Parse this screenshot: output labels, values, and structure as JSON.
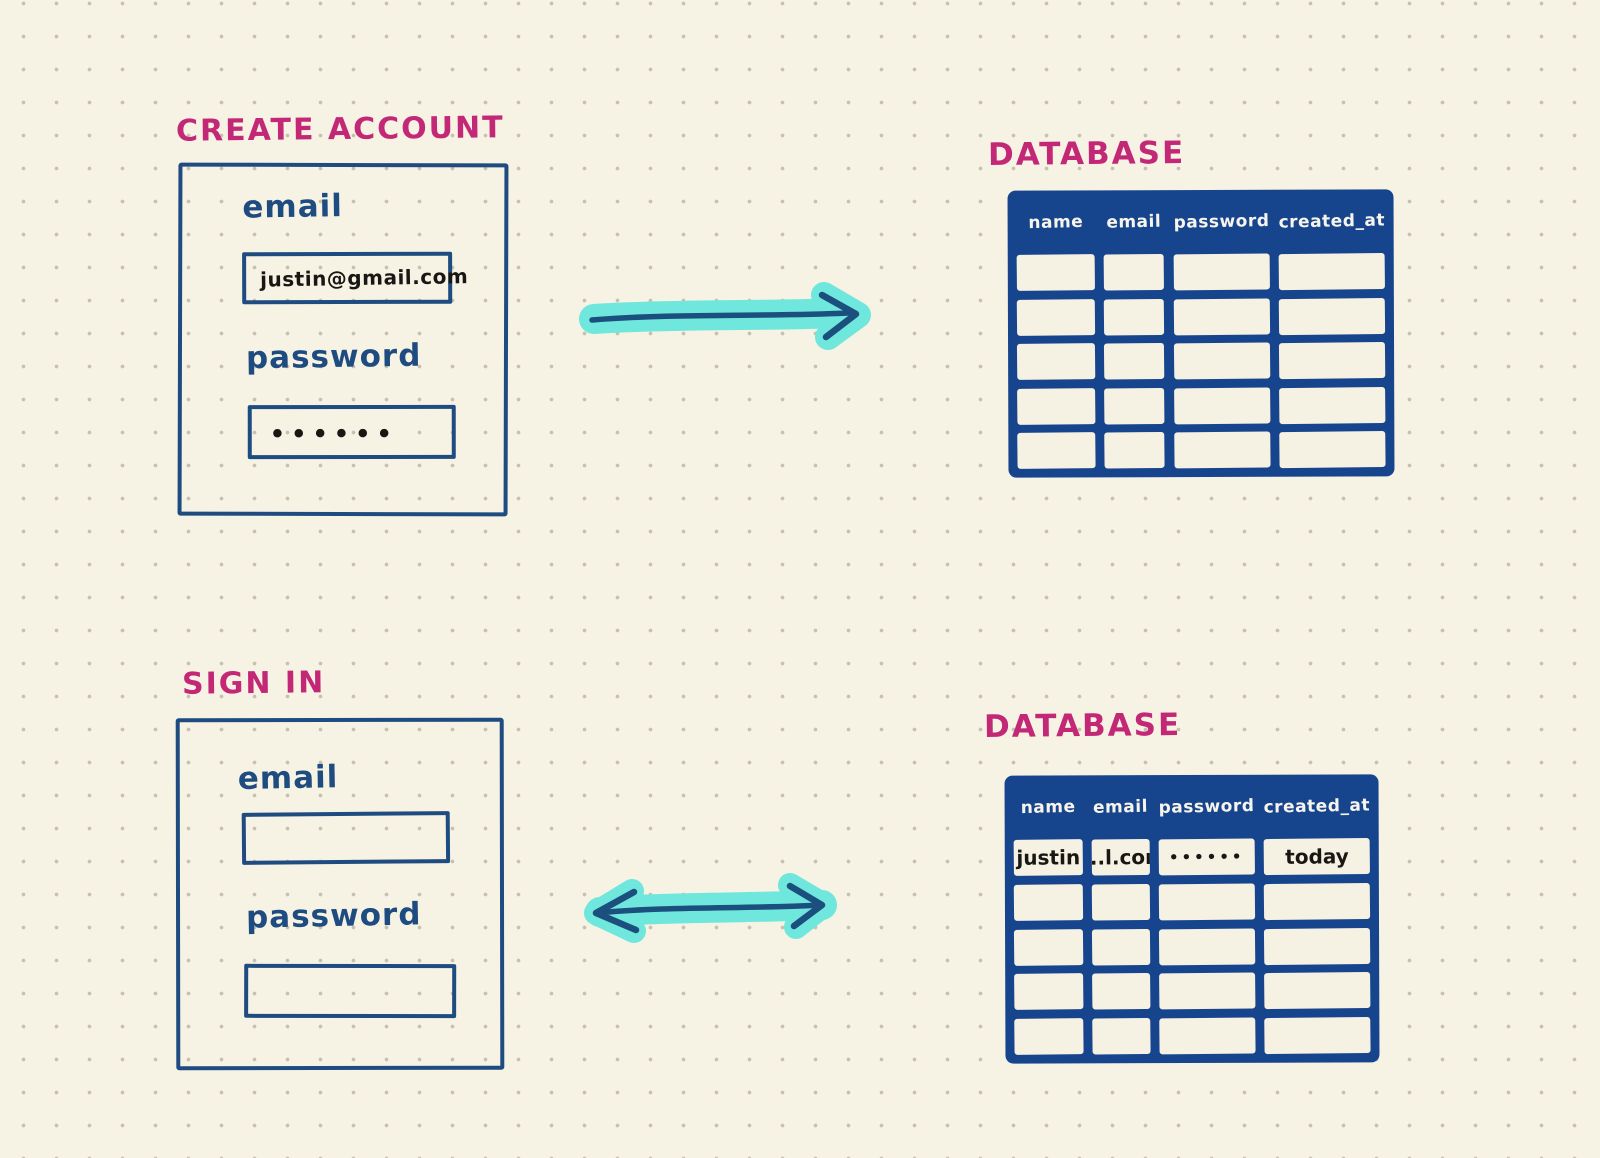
{
  "palette": {
    "background": "#f6f2e4",
    "dot_grid": "#c6c0ae",
    "ink_blue": "#1e4c80",
    "table_blue": "#17458d",
    "pink": "#c32877",
    "cyan_highlight": "#6fe7dc",
    "ink_black": "#191714",
    "cell_cream": "#f5f1e3"
  },
  "create_account": {
    "title": "CREATE ACCOUNT",
    "email_label": "email",
    "email_value": "justin@gmail.com",
    "password_label": "password",
    "password_masked_value": "••••••"
  },
  "sign_in": {
    "title": "SIGN IN",
    "email_label": "email",
    "email_value": "",
    "password_label": "password",
    "password_value": ""
  },
  "database_top": {
    "title": "DATABASE",
    "columns": [
      "name",
      "email",
      "password",
      "created_at"
    ],
    "rows": [
      [
        "",
        "",
        "",
        ""
      ],
      [
        "",
        "",
        "",
        ""
      ],
      [
        "",
        "",
        "",
        ""
      ],
      [
        "",
        "",
        "",
        ""
      ],
      [
        "",
        "",
        "",
        ""
      ]
    ]
  },
  "database_bottom": {
    "title": "DATABASE",
    "columns": [
      "name",
      "email",
      "password",
      "created_at"
    ],
    "rows": [
      [
        "justin",
        "j...l.com",
        "••••••",
        "today"
      ],
      [
        "",
        "",
        "",
        ""
      ],
      [
        "",
        "",
        "",
        ""
      ],
      [
        "",
        "",
        "",
        ""
      ],
      [
        "",
        "",
        "",
        ""
      ]
    ]
  },
  "icons": {
    "arrow_top": "arrow-right",
    "arrow_bottom": "arrow-double-headed"
  }
}
